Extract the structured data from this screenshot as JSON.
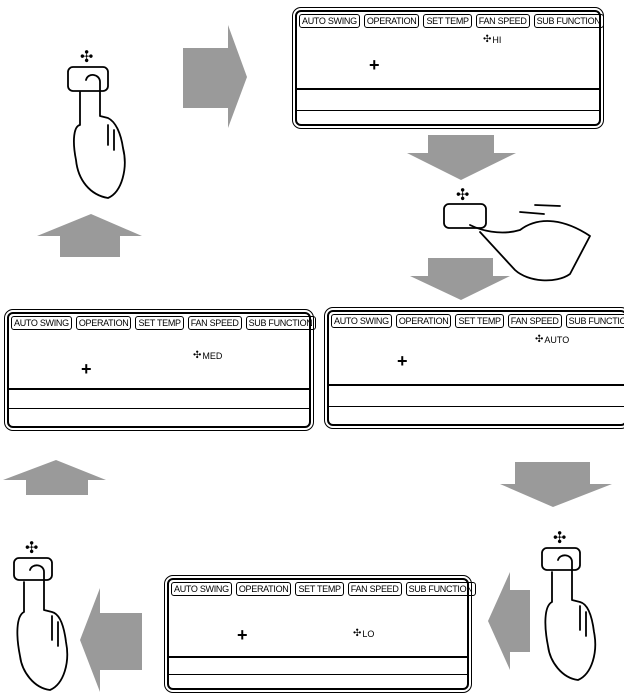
{
  "tab_labels": [
    "AUTO SWING",
    "OPERATION",
    "SET TEMP",
    "FAN SPEED",
    "SUB FUNCTION"
  ],
  "fan_symbol": "fan-icon",
  "marker_symbol": "+",
  "panels": [
    {
      "id": "hi",
      "speed_label": "HI"
    },
    {
      "id": "auto",
      "speed_label": "AUTO"
    },
    {
      "id": "med",
      "speed_label": "MED"
    },
    {
      "id": "lo",
      "speed_label": "LO"
    }
  ],
  "colors": {
    "arrow": "#9a9a9a",
    "line": "#000000"
  }
}
